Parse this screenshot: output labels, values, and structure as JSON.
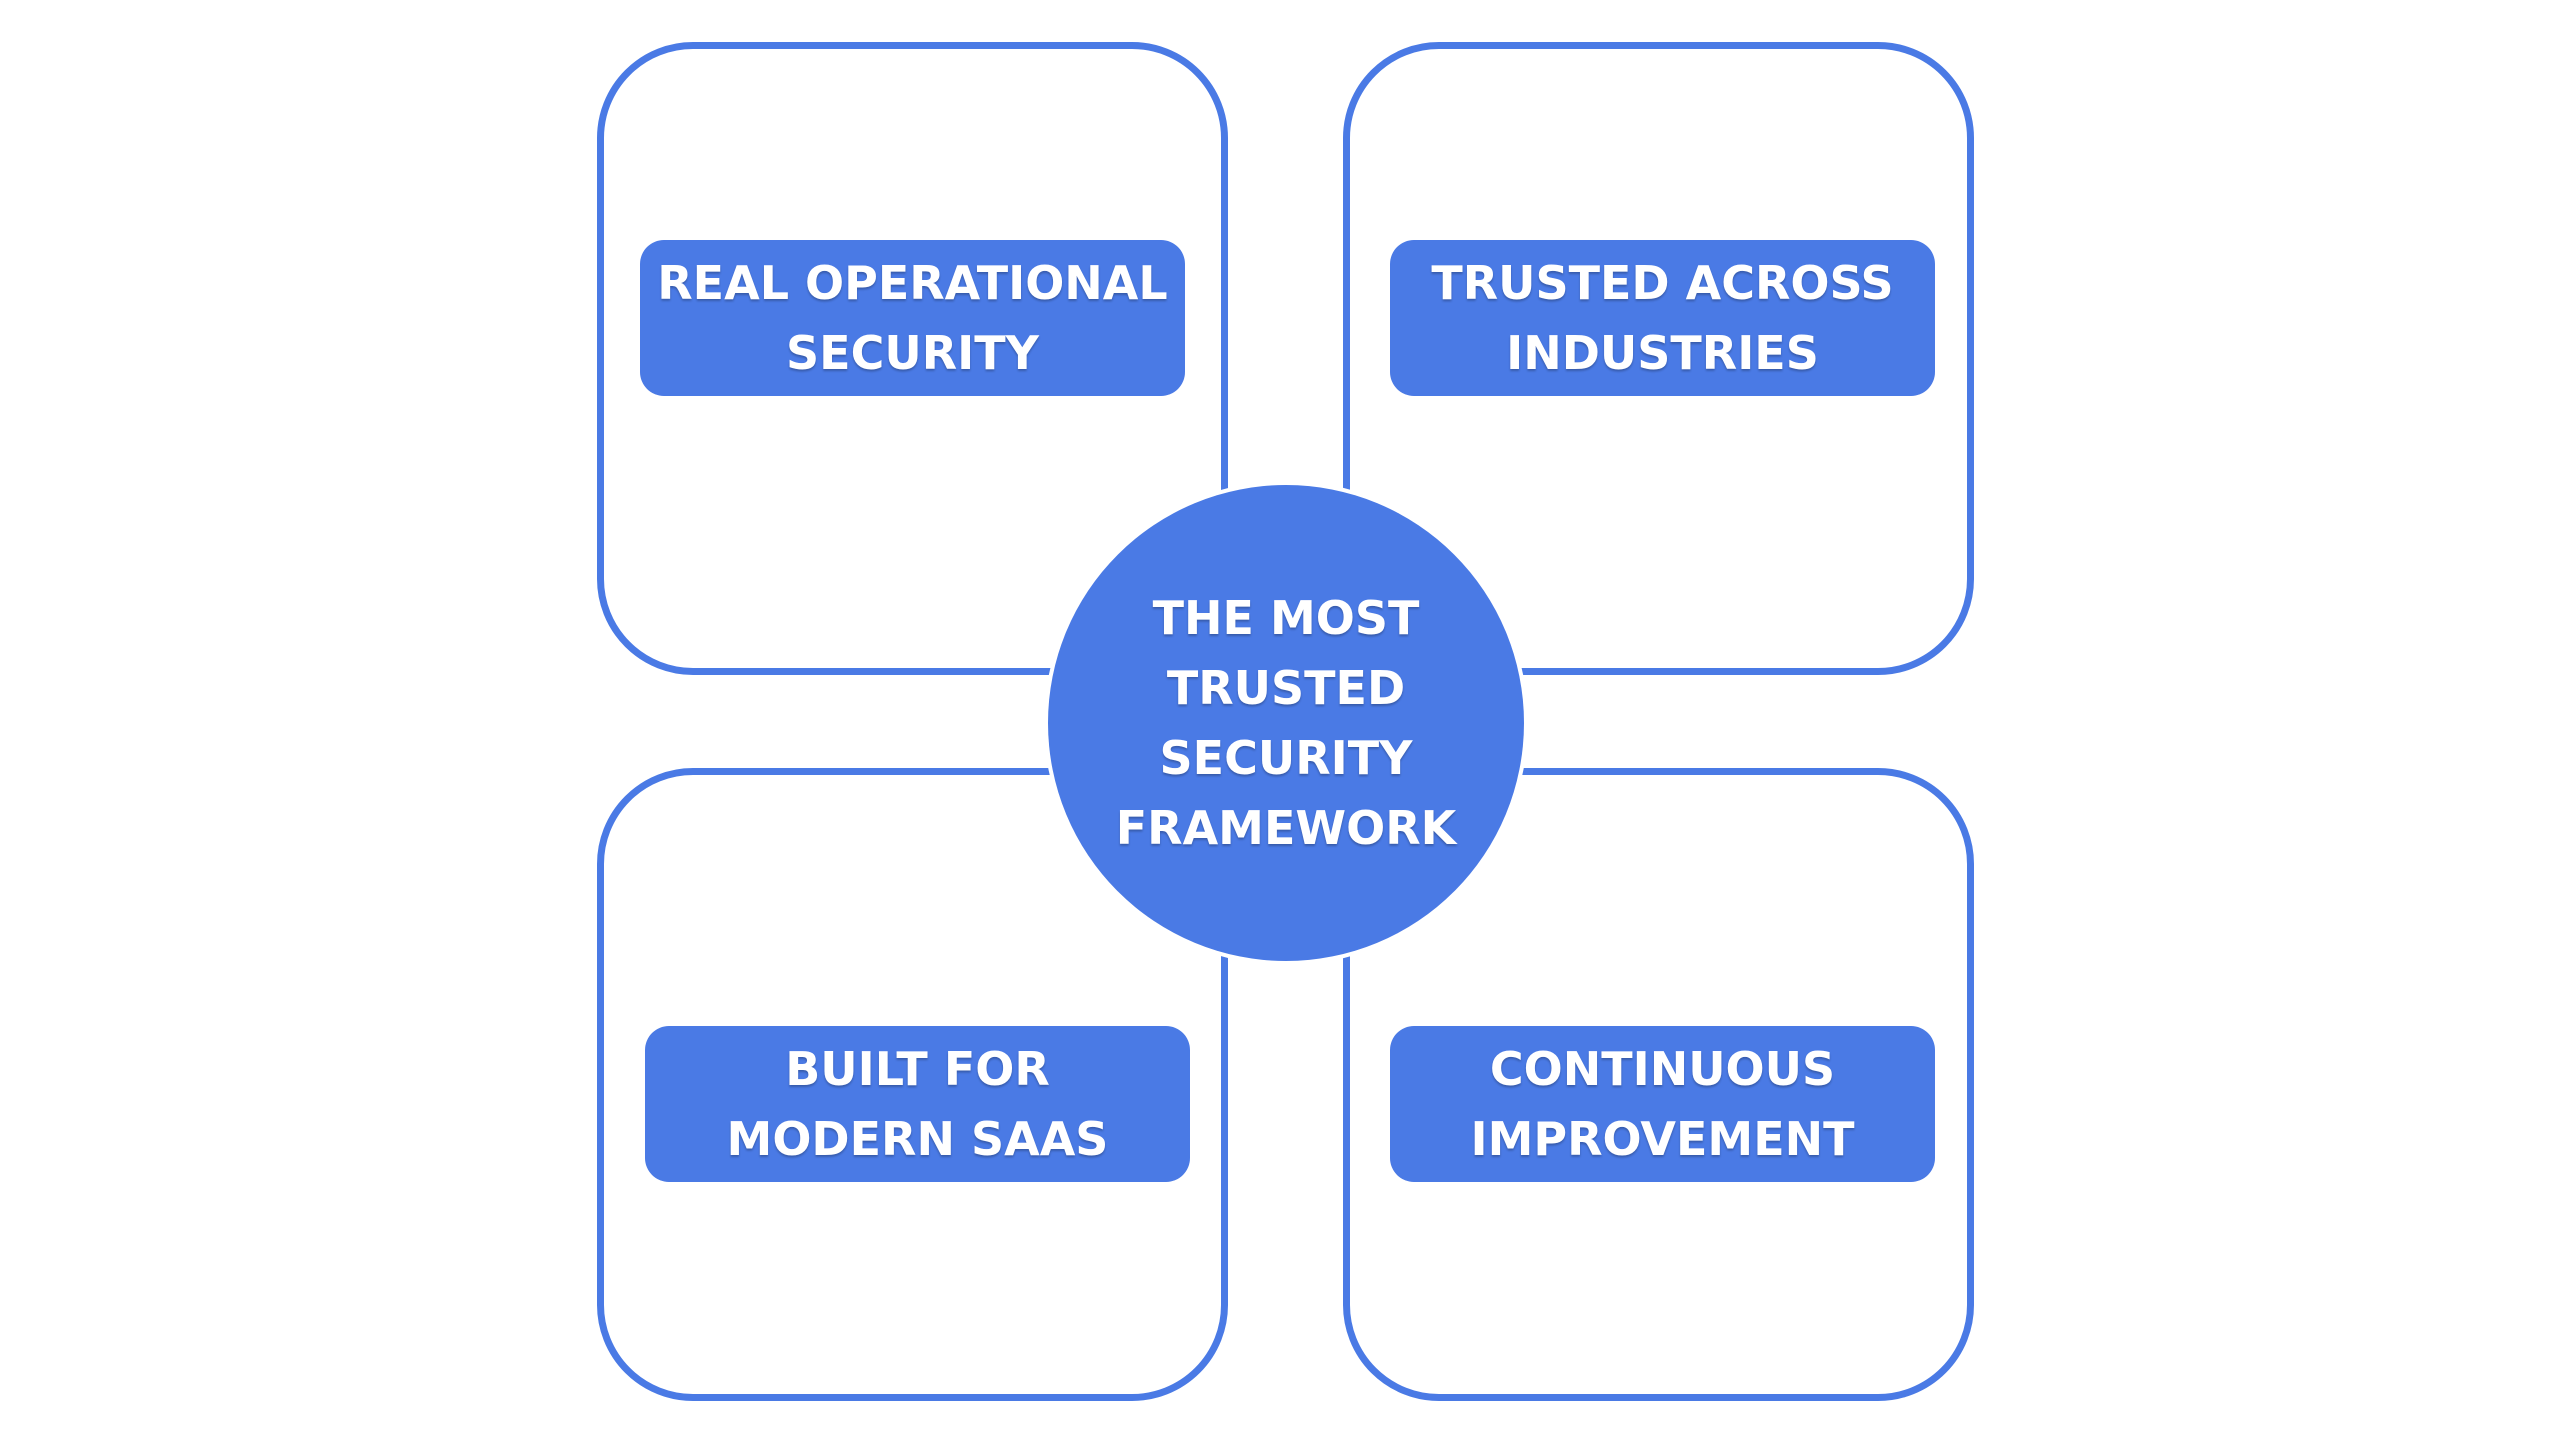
{
  "diagram": {
    "center": {
      "text": "THE MOST\nTRUSTED\nSECURITY\nFRAMEWORK"
    },
    "quadrants": [
      {
        "label": "REAL OPERATIONAL\nSECURITY"
      },
      {
        "label": "TRUSTED ACROSS\nINDUSTRIES"
      },
      {
        "label": "BUILT FOR\nMODERN SAAS"
      },
      {
        "label": "CONTINUOUS\nIMPROVEMENT"
      }
    ],
    "colors": {
      "accent": "#4a7ae5",
      "background": "#ffffff",
      "text": "#ffffff"
    }
  }
}
